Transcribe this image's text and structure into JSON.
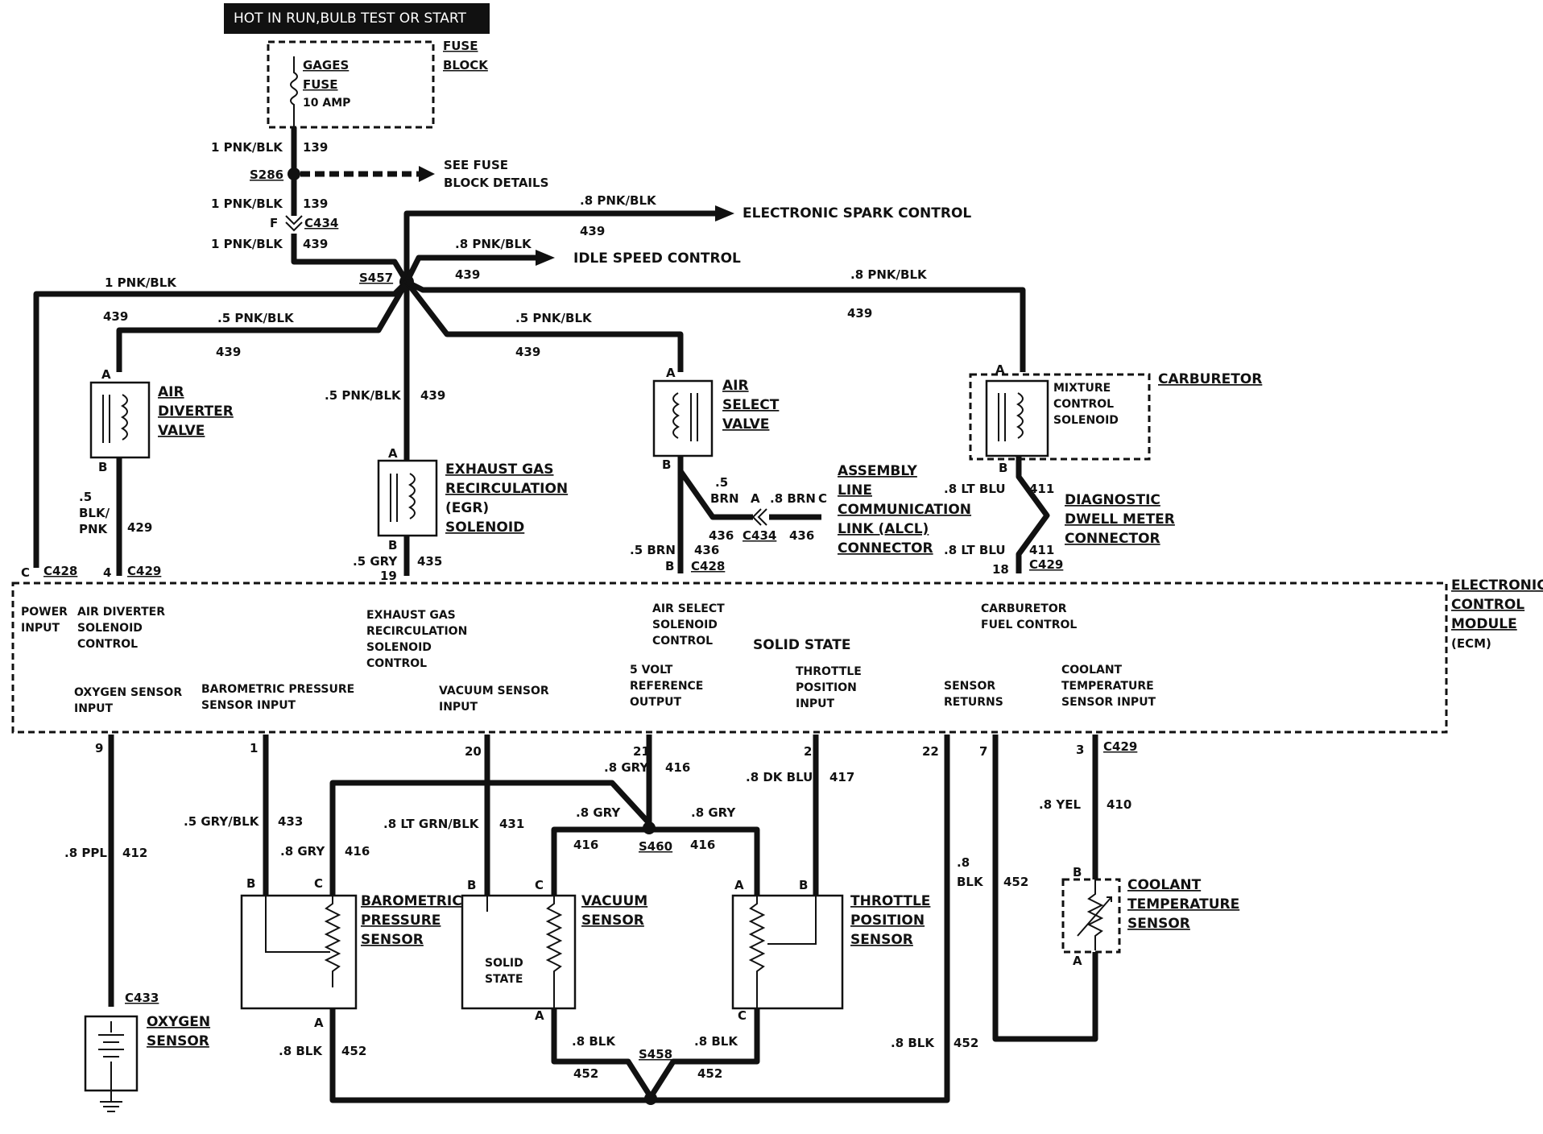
{
  "header": "HOT IN RUN,BULB TEST OR START",
  "fuse_block": {
    "label": [
      "FUSE",
      "BLOCK"
    ],
    "fuse": [
      "GAGES",
      "FUSE",
      "10 AMP"
    ]
  },
  "see_fuse": [
    "SEE FUSE",
    "BLOCK DETAILS"
  ],
  "splices": {
    "s286": "S286",
    "s457": "S457",
    "s460": "S460",
    "s458": "S458"
  },
  "connectors": {
    "c434": "C434",
    "c428": "C428",
    "c429": "C429",
    "c433": "C433",
    "f": "F"
  },
  "outputs": {
    "esc": "ELECTRONIC SPARK CONTROL",
    "isc": "IDLE SPEED CONTROL"
  },
  "components": {
    "air_diverter": [
      "AIR",
      "DIVERTER",
      "VALVE"
    ],
    "egr": [
      "EXHAUST GAS",
      "RECIRCULATION",
      "(EGR)",
      "SOLENOID"
    ],
    "air_select": [
      "AIR",
      "SELECT",
      "VALVE"
    ],
    "carburetor": "CARBURETOR",
    "mixture": [
      "MIXTURE",
      "CONTROL",
      "SOLENOID"
    ],
    "alcl": [
      "ASSEMBLY",
      "LINE",
      "COMMUNICATION",
      "LINK (ALCL)",
      "CONNECTOR"
    ],
    "dwell": [
      "DIAGNOSTIC",
      "DWELL METER",
      "CONNECTOR"
    ],
    "ecm": [
      "ELECTRONIC",
      "CONTROL",
      "MODULE",
      "(ECM)"
    ],
    "oxygen": [
      "OXYGEN",
      "SENSOR"
    ],
    "baro": [
      "BAROMETRIC",
      "PRESSURE",
      "SENSOR"
    ],
    "vacuum": [
      "VACUUM",
      "SENSOR"
    ],
    "vac_inner": [
      "SOLID",
      "STATE"
    ],
    "tps": [
      "THROTTLE",
      "POSITION",
      "SENSOR"
    ],
    "coolant": [
      "COOLANT",
      "TEMPERATURE",
      "SENSOR"
    ]
  },
  "ecm_functions": {
    "power": [
      "POWER",
      "INPUT"
    ],
    "air_div": [
      "AIR DIVERTER",
      "SOLENOID",
      "CONTROL"
    ],
    "egr": [
      "EXHAUST GAS",
      "RECIRCULATION",
      "SOLENOID",
      "CONTROL"
    ],
    "air_sel": [
      "AIR SELECT",
      "SOLENOID",
      "CONTROL"
    ],
    "solid": "SOLID STATE",
    "carb": [
      "CARBURETOR",
      "FUEL CONTROL"
    ],
    "o2": [
      "OXYGEN SENSOR",
      "INPUT"
    ],
    "baro": [
      "BAROMETRIC PRESSURE",
      "SENSOR INPUT"
    ],
    "vac": [
      "VACUUM SENSOR",
      "INPUT"
    ],
    "ref": [
      "5 VOLT",
      "REFERENCE",
      "OUTPUT"
    ],
    "tps": [
      "THROTTLE",
      "POSITION",
      "INPUT"
    ],
    "ret": [
      "SENSOR",
      "RETURNS"
    ],
    "cool": [
      "COOLANT",
      "TEMPERATURE",
      "SENSOR INPUT"
    ]
  },
  "wires": {
    "pnkblk1": "1 PNK/BLK",
    "pnkblk8": ".8 PNK/BLK",
    "pnkblk5": ".5 PNK/BLK",
    "c139": "139",
    "c439": "439",
    "blkpnk": [
      ".5",
      "BLK/",
      "PNK"
    ],
    "c429": "429",
    "gry5": ".5 GRY",
    "c435": "435",
    "brn5a": [
      ".5",
      "BRN"
    ],
    "brn5": ".5 BRN",
    "brn8": ".8 BRN",
    "c436": "436",
    "ltblu": ".8 LT BLU",
    "c411": "411",
    "ppl": ".8 PPL",
    "c412": "412",
    "grywblk": ".5 GRY/BLK",
    "c433": "433",
    "gry8": ".8 GRY",
    "c416": "416",
    "ltgrn": ".8 LT GRN/BLK",
    "c431": "431",
    "dkblu": ".8 DK BLU",
    "c417": "417",
    "blk8": ".8 BLK",
    "blk8a": [
      ".8",
      "BLK"
    ],
    "c452": "452",
    "yel": ".8 YEL",
    "c410": "410"
  },
  "pins": {
    "A": "A",
    "B": "B",
    "C": "C",
    "p4": "4",
    "p19": "19",
    "p18": "18",
    "p9": "9",
    "p1": "1",
    "p20": "20",
    "p21": "21",
    "p2": "2",
    "p22": "22",
    "p7": "7",
    "p3": "3"
  }
}
